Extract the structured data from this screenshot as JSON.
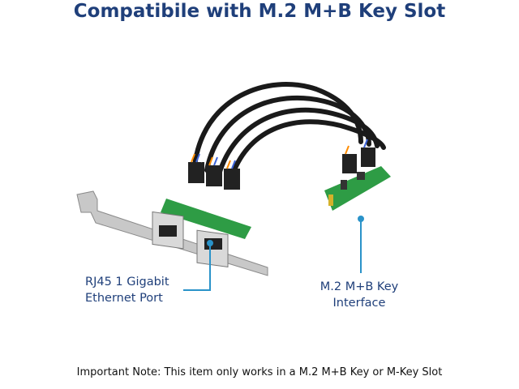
{
  "heading": "Compatibile with M.2 M+B Key Slot",
  "callouts": {
    "rj45": [
      "RJ45 1 Gigabit",
      "Ethernet Port"
    ],
    "m2": [
      "M.2 M+B Key",
      "Interface"
    ]
  },
  "note": "Important Note: This item only works in a M.2 M+B Key or M-Key Slot",
  "colors": {
    "title": "#1f3f7a",
    "callout_line": "#2a93c9",
    "pcb": "#2e9c45"
  }
}
